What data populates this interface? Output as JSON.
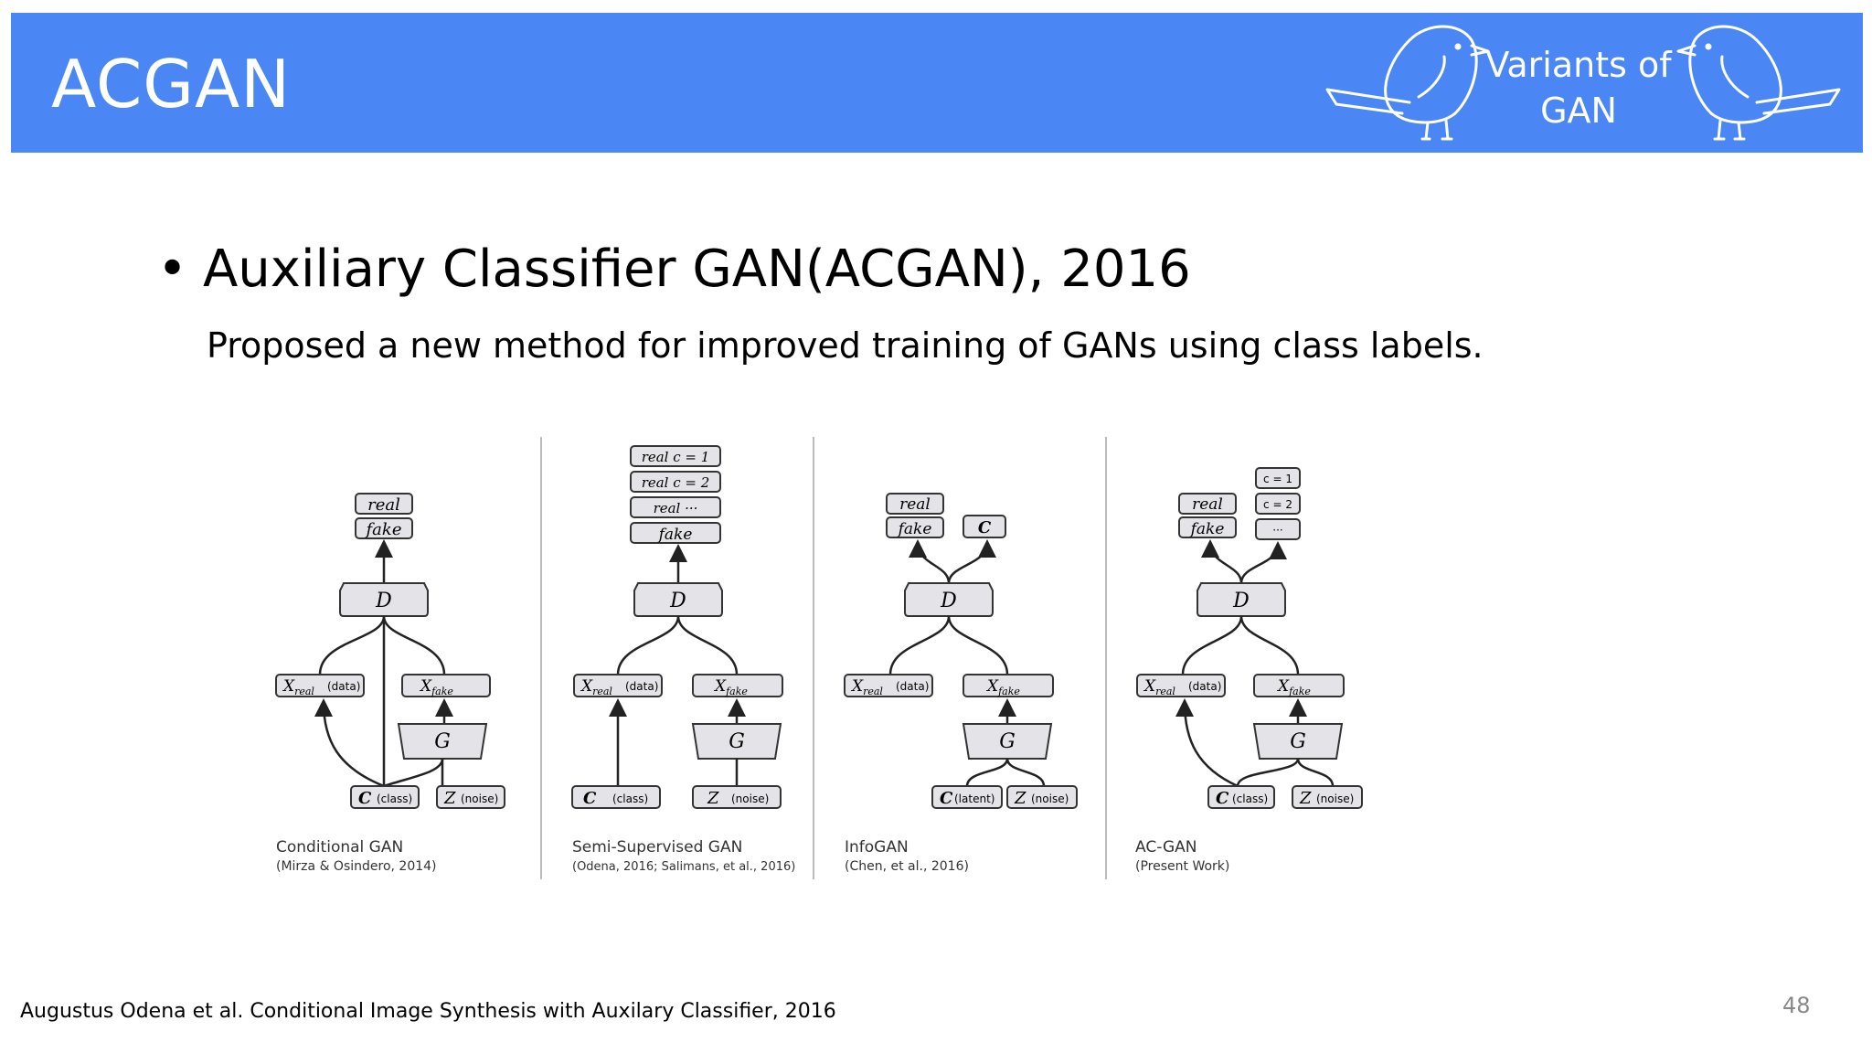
{
  "header": {
    "title": "ACGAN",
    "badge_line1": "Variants of",
    "badge_line2": "GAN",
    "background_color": "#4a86f4",
    "icons": [
      "bird-icon",
      "bird-icon"
    ]
  },
  "content": {
    "bullet": "Auxiliary Classifier GAN(ACGAN), 2016",
    "subtitle": "Proposed a new method for improved training of GANs using class labels."
  },
  "figure": {
    "panels": [
      {
        "caption": "Conditional GAN",
        "citation": "(Mirza & Osindero, 2014)",
        "outputs": [
          "real",
          "fake"
        ],
        "D": "D",
        "G": "G",
        "x_real": "(data)",
        "x_fake": "",
        "c_label": "(class)",
        "z_label": "(noise)"
      },
      {
        "caption": "Semi-Supervised GAN",
        "citation": "(Odena, 2016;  Salimans, et al., 2016)",
        "outputs": [
          "real  c = 1",
          "real  c = 2",
          "real   ···",
          "fake"
        ],
        "D": "D",
        "G": "G",
        "x_real": "(data)",
        "x_fake": "",
        "c_label": "(class)",
        "z_label": "(noise)"
      },
      {
        "caption": "InfoGAN",
        "citation": "(Chen, et al., 2016)",
        "outputs": [
          "real",
          "fake"
        ],
        "extra_output": "C",
        "D": "D",
        "G": "G",
        "x_real": "(data)",
        "x_fake": "",
        "c_label": "(latent)",
        "z_label": "(noise)"
      },
      {
        "caption": "AC-GAN",
        "citation": "(Present Work)",
        "outputs": [
          "real",
          "fake"
        ],
        "class_outputs": [
          "c = 1",
          "c = 2",
          "···"
        ],
        "D": "D",
        "G": "G",
        "x_real": "(data)",
        "x_fake": "",
        "c_label": "(class)",
        "z_label": "(noise)"
      }
    ]
  },
  "footer": {
    "citation": "Augustus Odena et al. Conditional Image Synthesis with Auxilary Classifier, 2016",
    "page_number": "48"
  }
}
